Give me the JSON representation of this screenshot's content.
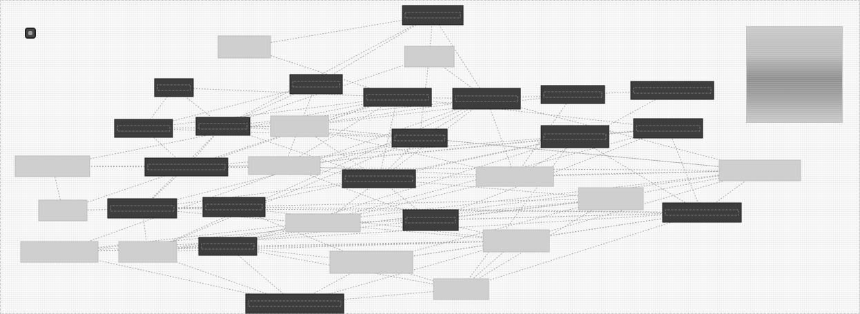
{
  "graph": {
    "nodes": [
      {
        "id": "n1",
        "label": "",
        "tone": "dark"
      },
      {
        "id": "n2",
        "label": "",
        "tone": "light"
      },
      {
        "id": "n3",
        "label": "",
        "tone": "light"
      },
      {
        "id": "n4",
        "label": "",
        "tone": "dark"
      },
      {
        "id": "n5",
        "label": "",
        "tone": "dark"
      },
      {
        "id": "n6",
        "label": "",
        "tone": "dark"
      },
      {
        "id": "n7",
        "label": "",
        "tone": "dark"
      },
      {
        "id": "n8",
        "label": "",
        "tone": "dark"
      },
      {
        "id": "n9",
        "label": "",
        "tone": "dark"
      },
      {
        "id": "n10",
        "label": "",
        "tone": "dark"
      },
      {
        "id": "n11",
        "label": "",
        "tone": "dark"
      },
      {
        "id": "n12",
        "label": "",
        "tone": "light"
      },
      {
        "id": "n13",
        "label": "",
        "tone": "dark"
      },
      {
        "id": "n14",
        "label": "",
        "tone": "light"
      },
      {
        "id": "n15",
        "label": "",
        "tone": "dark"
      },
      {
        "id": "n16",
        "label": "",
        "tone": "light"
      },
      {
        "id": "n17",
        "label": "",
        "tone": "dark"
      },
      {
        "id": "n18",
        "label": "",
        "tone": "dark"
      },
      {
        "id": "n19",
        "label": "",
        "tone": "dark"
      },
      {
        "id": "n20",
        "label": "",
        "tone": "light"
      },
      {
        "id": "n21",
        "label": "",
        "tone": "light"
      },
      {
        "id": "n22",
        "label": "",
        "tone": "dark"
      },
      {
        "id": "n23",
        "label": "",
        "tone": "dark"
      },
      {
        "id": "n24",
        "label": "",
        "tone": "light"
      },
      {
        "id": "n25",
        "label": "",
        "tone": "light"
      },
      {
        "id": "n26",
        "label": "",
        "tone": "dark"
      },
      {
        "id": "n27",
        "label": "",
        "tone": "light"
      },
      {
        "id": "n28",
        "label": "",
        "tone": "dark"
      },
      {
        "id": "n29",
        "label": "",
        "tone": "light"
      },
      {
        "id": "n30",
        "label": "",
        "tone": "dark"
      },
      {
        "id": "n31",
        "label": "",
        "tone": "light"
      },
      {
        "id": "n32",
        "label": "",
        "tone": "light"
      },
      {
        "id": "n33",
        "label": "",
        "tone": "light"
      },
      {
        "id": "n34",
        "label": "",
        "tone": "dark"
      },
      {
        "id": "n35",
        "label": "",
        "tone": "light"
      }
    ],
    "edges": [
      [
        "n1",
        "n2"
      ],
      [
        "n1",
        "n3"
      ],
      [
        "n1",
        "n9"
      ],
      [
        "n1",
        "n5"
      ],
      [
        "n1",
        "n8"
      ],
      [
        "n2",
        "n6"
      ],
      [
        "n3",
        "n8"
      ],
      [
        "n3",
        "n9"
      ],
      [
        "n3",
        "n13"
      ],
      [
        "n4",
        "n7"
      ],
      [
        "n4",
        "n8"
      ],
      [
        "n4",
        "n6"
      ],
      [
        "n5",
        "n7"
      ],
      [
        "n5",
        "n8"
      ],
      [
        "n5",
        "n12"
      ],
      [
        "n6",
        "n7"
      ],
      [
        "n6",
        "n12"
      ],
      [
        "n6",
        "n14"
      ],
      [
        "n6",
        "n16"
      ],
      [
        "n6",
        "n15"
      ],
      [
        "n6",
        "n17"
      ],
      [
        "n6",
        "n19"
      ],
      [
        "n6",
        "n21"
      ],
      [
        "n6",
        "n9"
      ],
      [
        "n7",
        "n12"
      ],
      [
        "n7",
        "n15"
      ],
      [
        "n7",
        "n13"
      ],
      [
        "n8",
        "n9"
      ],
      [
        "n8",
        "n12"
      ],
      [
        "n8",
        "n13"
      ],
      [
        "n8",
        "n15"
      ],
      [
        "n8",
        "n17"
      ],
      [
        "n8",
        "n22"
      ],
      [
        "n9",
        "n10"
      ],
      [
        "n9",
        "n13"
      ],
      [
        "n9",
        "n12"
      ],
      [
        "n9",
        "n20"
      ],
      [
        "n9",
        "n24"
      ],
      [
        "n9",
        "n31"
      ],
      [
        "n9",
        "n25"
      ],
      [
        "n9",
        "n29"
      ],
      [
        "n10",
        "n11"
      ],
      [
        "n10",
        "n12"
      ],
      [
        "n10",
        "n20"
      ],
      [
        "n11",
        "n20"
      ],
      [
        "n12",
        "n13"
      ],
      [
        "n12",
        "n16"
      ],
      [
        "n12",
        "n17"
      ],
      [
        "n12",
        "n20"
      ],
      [
        "n12",
        "n24"
      ],
      [
        "n13",
        "n16"
      ],
      [
        "n13",
        "n17"
      ],
      [
        "n13",
        "n24"
      ],
      [
        "n13",
        "n22"
      ],
      [
        "n13",
        "n31"
      ],
      [
        "n14",
        "n15"
      ],
      [
        "n14",
        "n16"
      ],
      [
        "n14",
        "n21"
      ],
      [
        "n15",
        "n16"
      ],
      [
        "n15",
        "n19"
      ],
      [
        "n15",
        "n22"
      ],
      [
        "n15",
        "n24"
      ],
      [
        "n16",
        "n18"
      ],
      [
        "n16",
        "n19"
      ],
      [
        "n16",
        "n17"
      ],
      [
        "n16",
        "n20"
      ],
      [
        "n16",
        "n26"
      ],
      [
        "n17",
        "n18"
      ],
      [
        "n17",
        "n22"
      ],
      [
        "n17",
        "n26"
      ],
      [
        "n17",
        "n27"
      ],
      [
        "n17",
        "n24"
      ],
      [
        "n18",
        "n19"
      ],
      [
        "n18",
        "n23"
      ],
      [
        "n18",
        "n28"
      ],
      [
        "n18",
        "n30"
      ],
      [
        "n18",
        "n35"
      ],
      [
        "n19",
        "n28"
      ],
      [
        "n19",
        "n30"
      ],
      [
        "n19",
        "n26"
      ],
      [
        "n20",
        "n25"
      ],
      [
        "n20",
        "n24"
      ],
      [
        "n21",
        "n23"
      ],
      [
        "n22",
        "n27"
      ],
      [
        "n22",
        "n28"
      ],
      [
        "n22",
        "n31"
      ],
      [
        "n22",
        "n32"
      ],
      [
        "n23",
        "n28"
      ],
      [
        "n23",
        "n32"
      ],
      [
        "n23",
        "n33"
      ],
      [
        "n24",
        "n27"
      ],
      [
        "n24",
        "n28"
      ],
      [
        "n24",
        "n31"
      ],
      [
        "n24",
        "n32"
      ],
      [
        "n24",
        "n29"
      ],
      [
        "n25",
        "n28"
      ],
      [
        "n25",
        "n31"
      ],
      [
        "n26",
        "n27"
      ],
      [
        "n26",
        "n28"
      ],
      [
        "n26",
        "n32"
      ],
      [
        "n27",
        "n29"
      ],
      [
        "n27",
        "n31"
      ],
      [
        "n27",
        "n33"
      ],
      [
        "n27",
        "n35"
      ],
      [
        "n28",
        "n29"
      ],
      [
        "n28",
        "n33"
      ],
      [
        "n28",
        "n32"
      ],
      [
        "n28",
        "n35"
      ],
      [
        "n29",
        "n30"
      ],
      [
        "n29",
        "n32"
      ],
      [
        "n29",
        "n34"
      ],
      [
        "n30",
        "n33"
      ],
      [
        "n30",
        "n32"
      ],
      [
        "n30",
        "n34"
      ],
      [
        "n30",
        "n35"
      ],
      [
        "n31",
        "n32"
      ],
      [
        "n31",
        "n34"
      ],
      [
        "n32",
        "n33"
      ],
      [
        "n32",
        "n34"
      ],
      [
        "n32",
        "n35"
      ],
      [
        "n33",
        "n34"
      ],
      [
        "n33",
        "n35"
      ],
      [
        "n34",
        "n35"
      ]
    ]
  },
  "icons": {
    "corner": "graph-settings-icon"
  },
  "colors": {
    "node_dark": "#3d3d3d",
    "node_light": "#cfcfcf",
    "edge": "#a9a9a9"
  }
}
